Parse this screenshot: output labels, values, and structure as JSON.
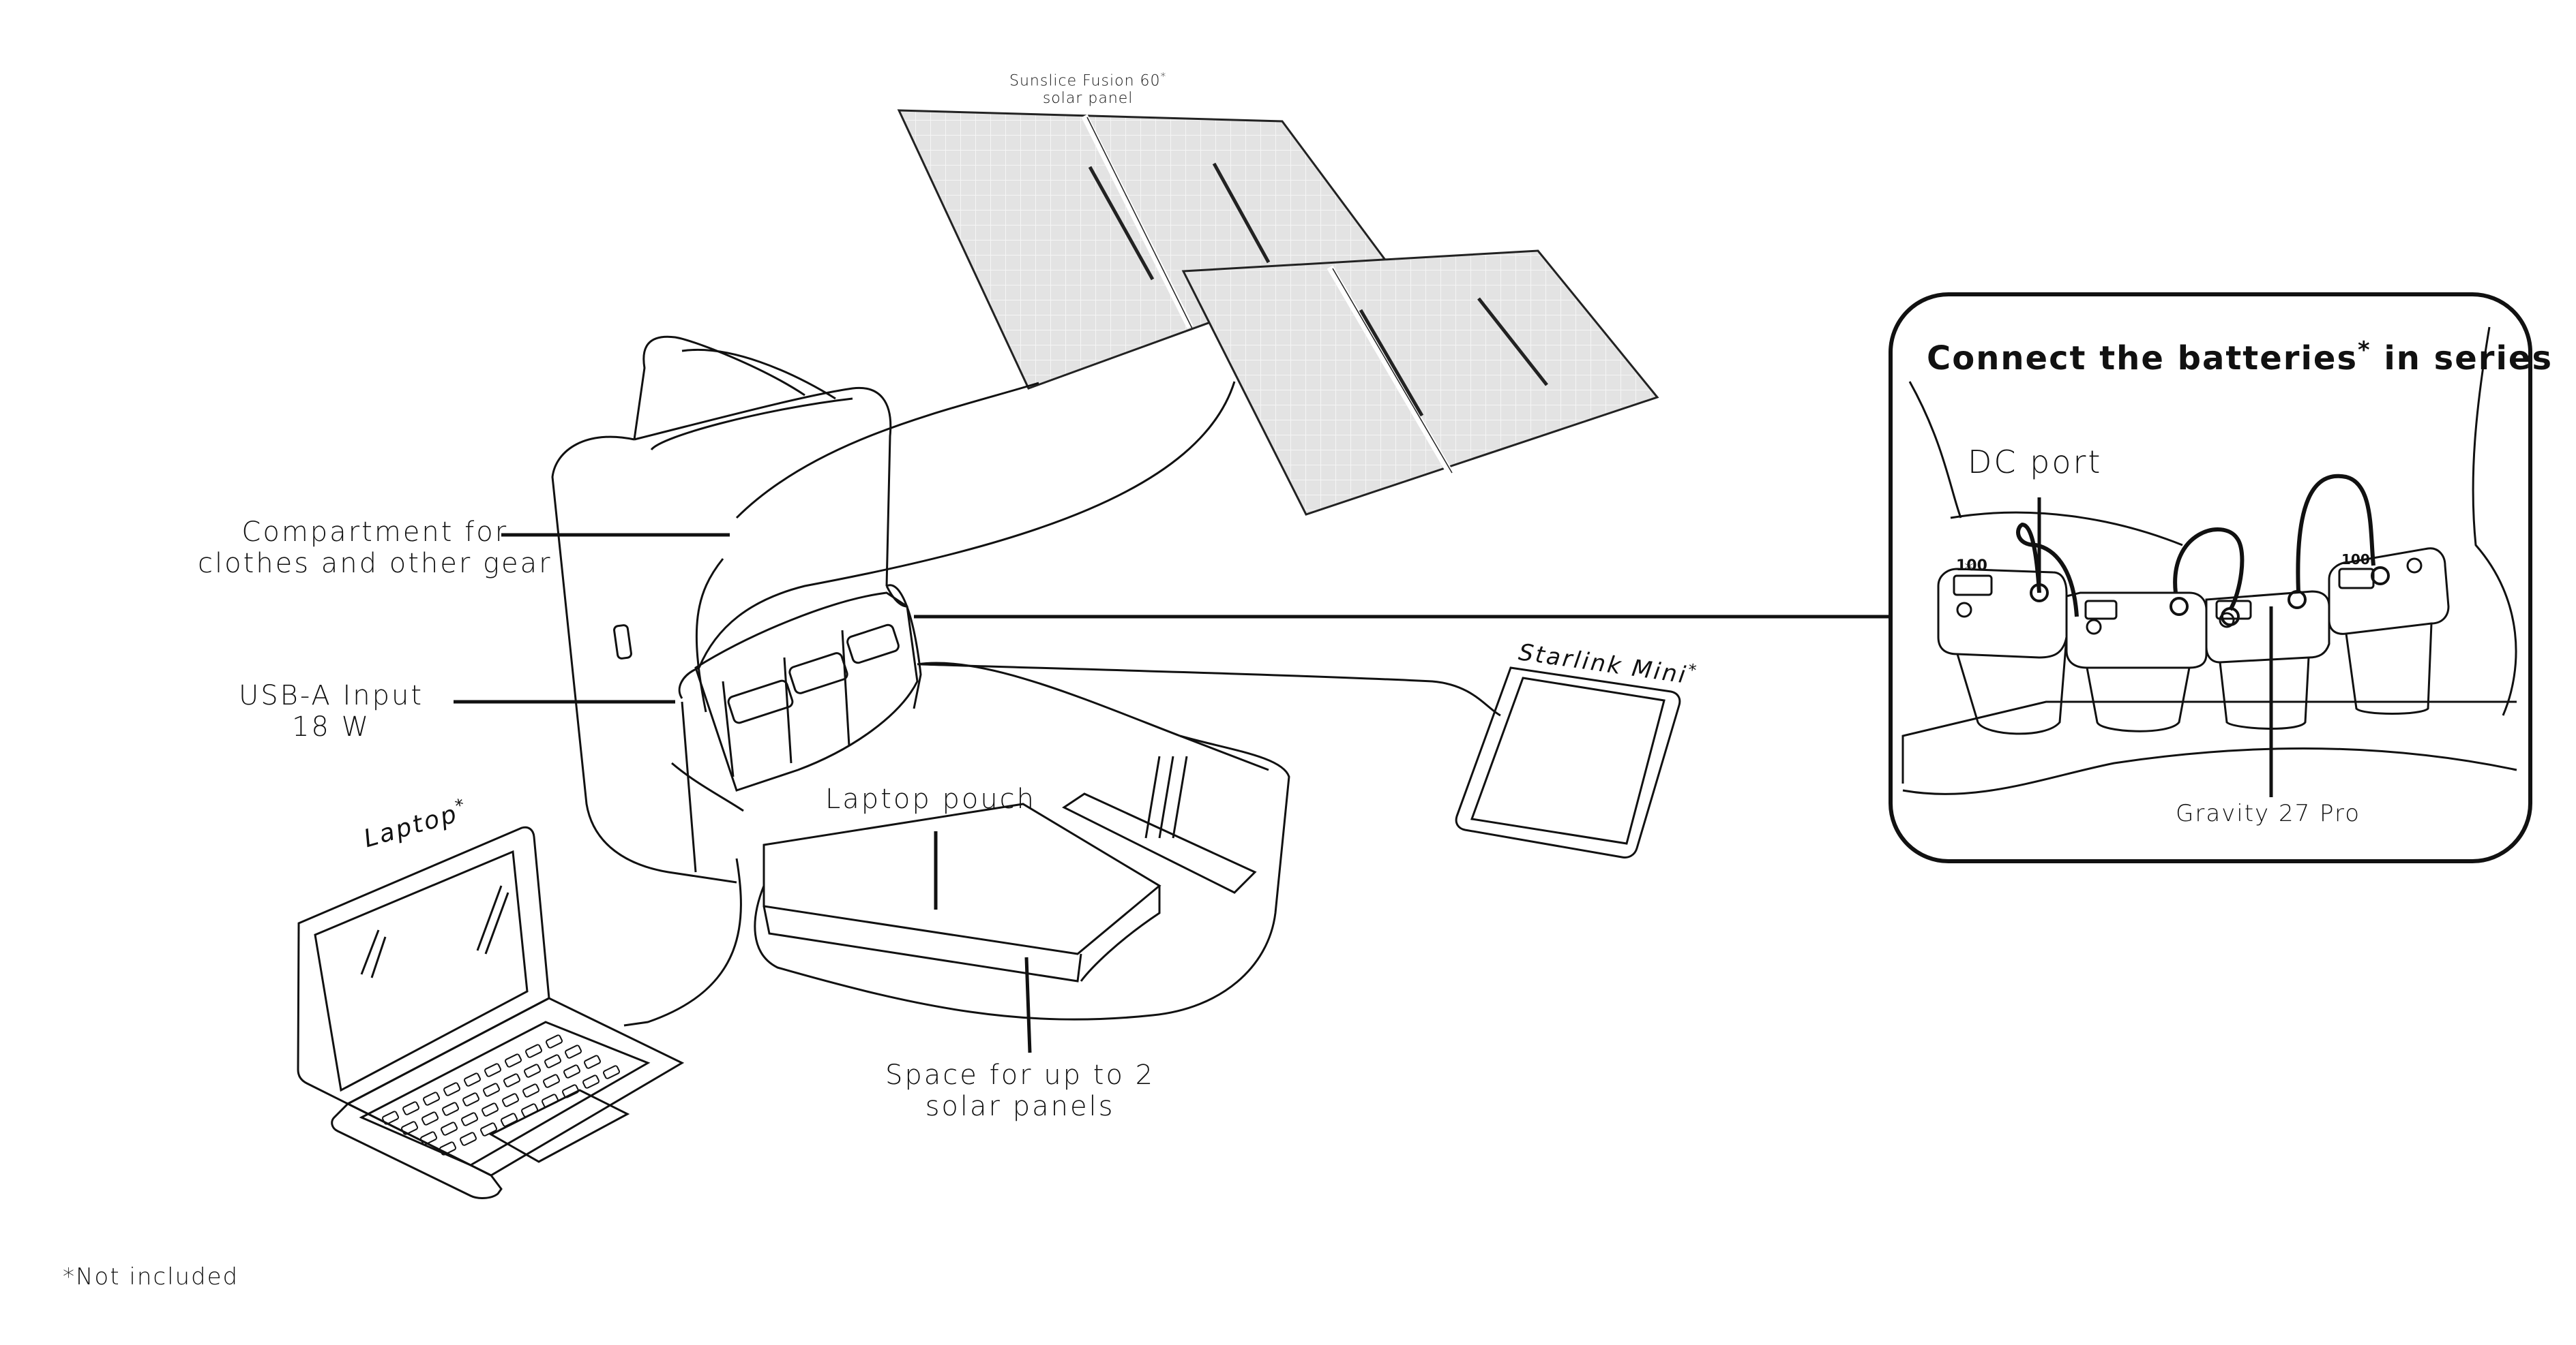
{
  "labels": {
    "solar_panel_line1": "Sunslice Fusion 60",
    "solar_panel_line2": "solar panel",
    "compartment_line1": "Compartment for",
    "compartment_line2": "clothes and other gear",
    "usb_line1": "USB-A Input",
    "usb_line2": "18 W",
    "laptop": "Laptop",
    "laptop_pouch": "Laptop pouch",
    "space_line1": "Space for up to 2",
    "space_line2": "solar panels",
    "starlink": "Starlink Mini",
    "footnote": "*Not included",
    "asterisk": "*"
  },
  "inset": {
    "title_part1": "Connect the batteries",
    "title_part2": " in series",
    "dc_port": "DC port",
    "gravity": "Gravity 27 Pro",
    "battery_display": "100"
  }
}
